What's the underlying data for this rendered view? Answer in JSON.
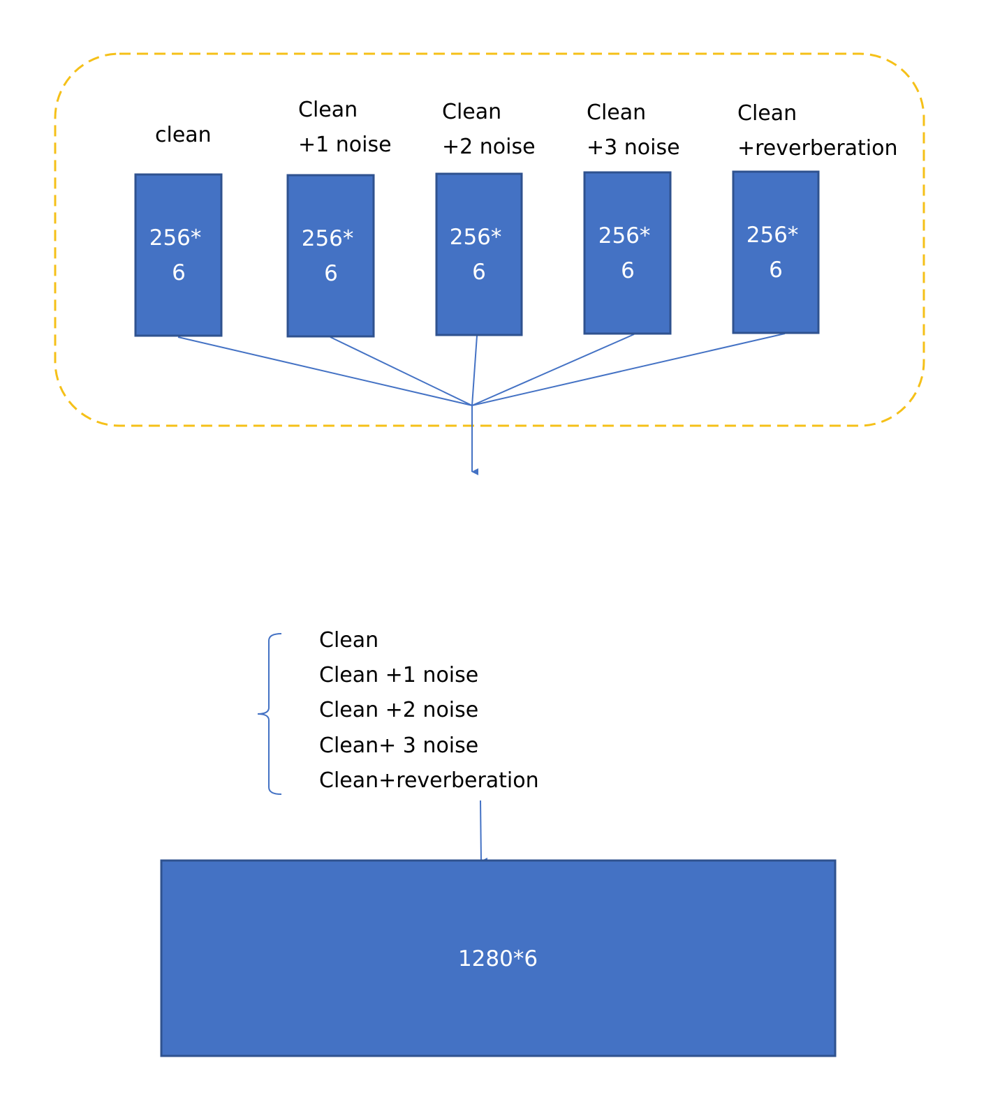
{
  "colors": {
    "box_fill": "#4472C4",
    "box_stroke": "#2F528F",
    "connector": "#4472C4",
    "group_border": "#F5C018",
    "text": "#000000",
    "box_text": "#FFFFFF"
  },
  "inputs": [
    {
      "label_lines": [
        "clean"
      ],
      "size_lines": [
        "256*",
        "6"
      ]
    },
    {
      "label_lines": [
        "Clean",
        "+1 noise"
      ],
      "size_lines": [
        "256*",
        "6"
      ]
    },
    {
      "label_lines": [
        "Clean",
        "+2 noise"
      ],
      "size_lines": [
        "256*",
        "6"
      ]
    },
    {
      "label_lines": [
        "Clean",
        "+3 noise"
      ],
      "size_lines": [
        "256*",
        "6"
      ]
    },
    {
      "label_lines": [
        "Clean",
        "+reverberation"
      ],
      "size_lines": [
        "256*",
        "6"
      ]
    }
  ],
  "stack_list": [
    "Clean",
    "Clean +1 noise",
    "Clean +2 noise",
    "Clean+ 3 noise",
    "Clean+reverberation"
  ],
  "output": {
    "label": "1280*6"
  }
}
